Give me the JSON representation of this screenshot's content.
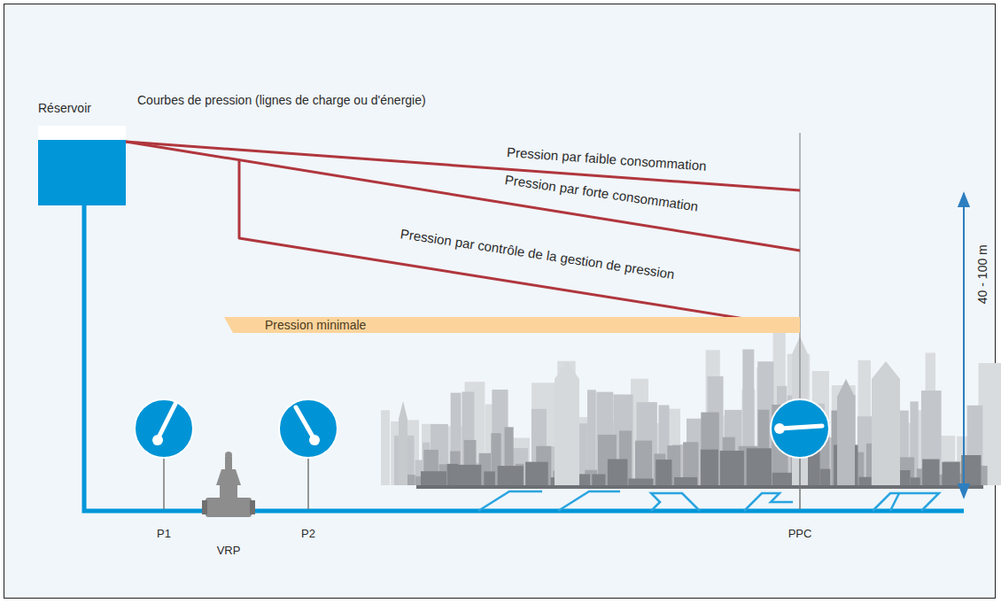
{
  "diagram": {
    "nodes": [
      {
        "text": [
          "Réservoir"
        ]
      },
      {
        "text": [
          "Pression minimale"
        ]
      }
    ],
    "labels": [
      "Courbes de pression (lignes de charge ou d'énergie)",
      "Pression par faible consommation",
      "Pression par forte consommation",
      "Pression par contrôle de la gestion de pression",
      "40 - 100 m",
      "P1",
      "VRP",
      "P2",
      "PPC"
    ]
  }
}
